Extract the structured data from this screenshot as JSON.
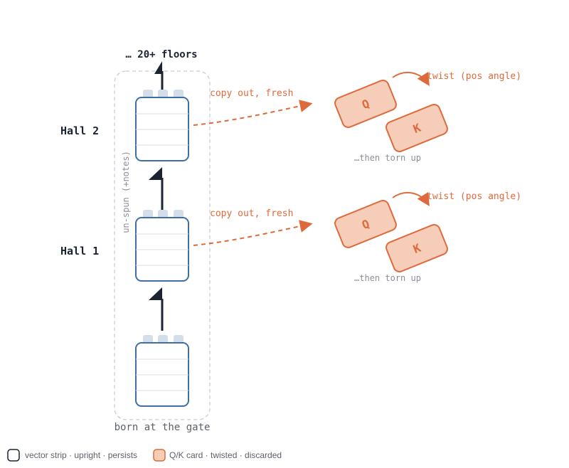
{
  "top_label": "… 20+ floors",
  "halls": [
    {
      "label": "Hall 2",
      "copy_label": "copy out, fresh",
      "twist_label": "twist (pos angle)",
      "q_label": "Q",
      "k_label": "K",
      "torn_label": "…then torn up"
    },
    {
      "label": "Hall 1",
      "copy_label": "copy out, fresh",
      "twist_label": "twist (pos angle)",
      "q_label": "Q",
      "k_label": "K",
      "torn_label": "…then torn up"
    }
  ],
  "column_side_label": "un-spun (+notes)",
  "bottom_label": "born at the gate",
  "legend": {
    "strip": "vector strip · upright · persists",
    "card": "Q/K card · twisted · discarded"
  },
  "colors": {
    "strip_stroke": "#3f6fa5",
    "strip_fill": "#ffffff",
    "tab_fill": "#d3deea",
    "arrow_dark": "#1c2333",
    "accent": "#de6a3c",
    "card_fill": "#f6cdb8",
    "muted": "#8b8f99",
    "dashed_border": "#c8ccd3"
  }
}
